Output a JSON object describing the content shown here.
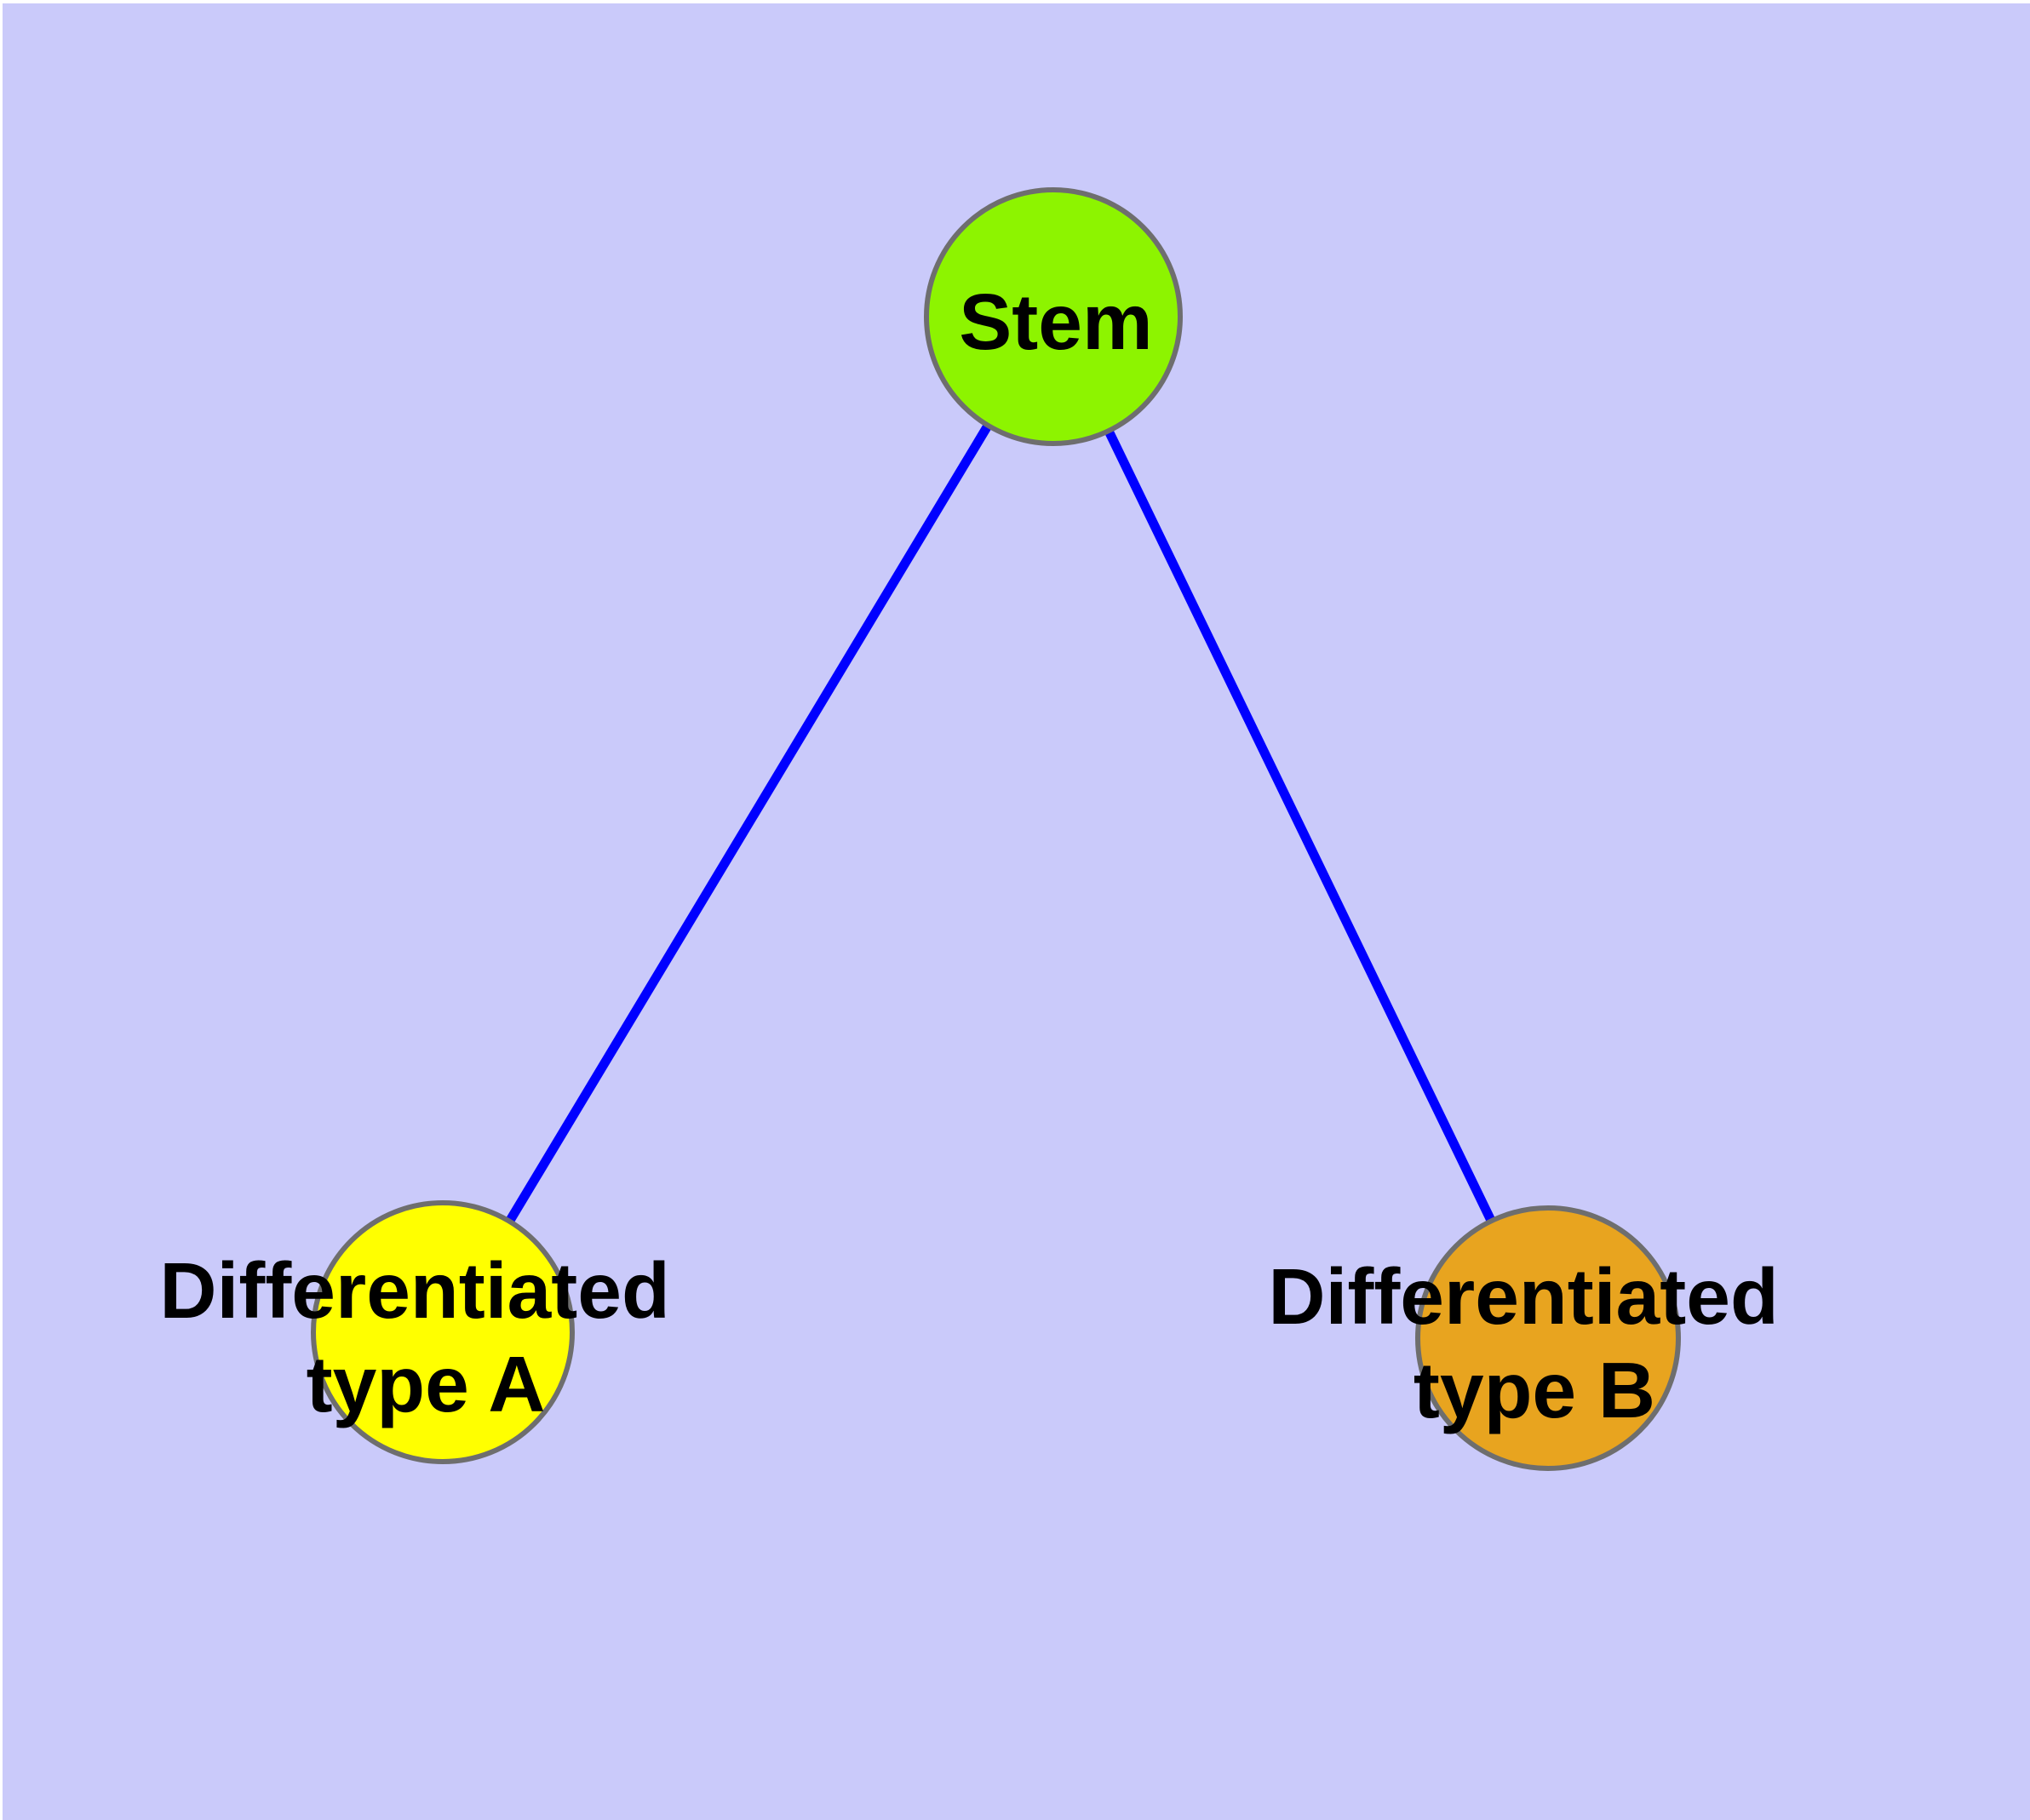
{
  "canvas": {
    "margin_color": "#FFFFFF",
    "background": "#CACAFA"
  },
  "graph": {
    "edge_color": "#0000FF",
    "node_border_color": "#6E6E6E",
    "label_color": "#000000",
    "nodes": [
      {
        "id": "stem",
        "label": "Stem",
        "fill": "#8DF400"
      },
      {
        "id": "differentiated-type-a",
        "label_line1": "Differentiated",
        "label_line2": "type A",
        "fill": "#FFFF00"
      },
      {
        "id": "differentiated-type-b",
        "label_line1": "Differentiated",
        "label_line2": "type B",
        "fill": "#E8A41F"
      }
    ],
    "edges": [
      {
        "from": "stem",
        "to": "differentiated-type-a"
      },
      {
        "from": "stem",
        "to": "differentiated-type-b"
      }
    ]
  }
}
